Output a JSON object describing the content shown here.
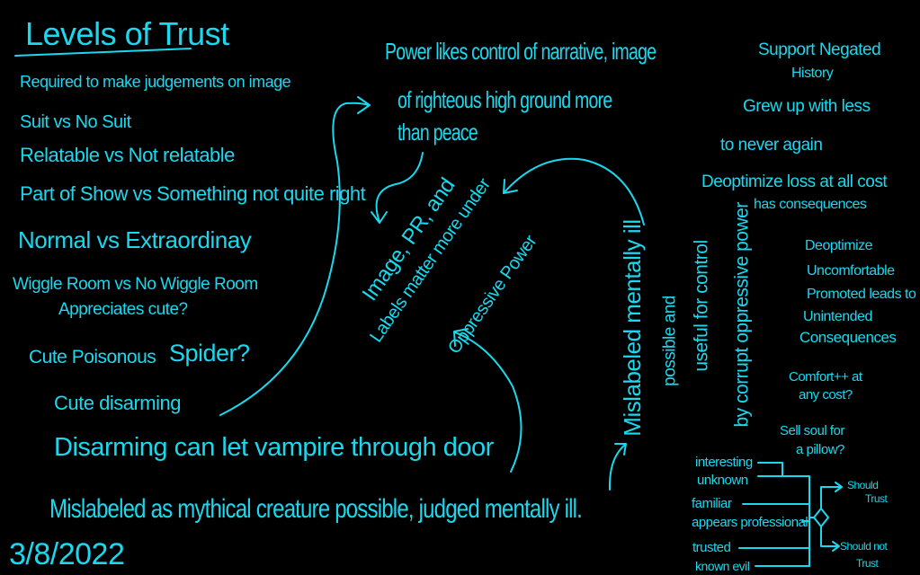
{
  "title": "Levels of Trust",
  "left_list": {
    "intro": "Required to make judgements on image",
    "items": [
      "Suit vs No Suit",
      "Relatable vs Not relatable",
      "Part of Show vs Something not quite right",
      "Normal vs Extraordinay",
      "Wiggle Room vs No Wiggle Room"
    ],
    "appreciates": "Appreciates cute?",
    "spider_a": "Cute Poisonous",
    "spider_b": "Spider?",
    "cute_disarming": "Cute disarming",
    "vampire": "Disarming can let vampire through door",
    "mythical": "Mislabeled as mythical creature possible, judged mentally ill."
  },
  "date": "3/8/2022",
  "power": {
    "line1": "Power likes control of narrative, image",
    "line2": "of righteous high ground more",
    "line3": "than peace"
  },
  "diagonal": {
    "line1": "Image, PR, and",
    "line2": "Labels matter more under",
    "line3": "Oppressive Power"
  },
  "vertical": {
    "line1": "Mislabeled mentally ill",
    "line2": "possible and",
    "line3": "useful for control",
    "line4": "by corrupt oppressive power"
  },
  "right_top": {
    "support": "Support Negated",
    "history": "History",
    "grew": "Grew up with less",
    "never": "to never again",
    "deopt_loss": "Deoptimize loss at all cost",
    "has_conseq": "has consequences"
  },
  "right_mid": {
    "deoptimize": "Deoptimize",
    "uncomfortable": "Uncomfortable",
    "promoted": "Promoted leads to",
    "unintended": "Unintended",
    "consequences": "Consequences",
    "comfort": "Comfort++ at",
    "any_cost": "any cost?",
    "sell_soul": "Sell soul for",
    "pillow": "a pillow?"
  },
  "flow": {
    "inputs": [
      "interesting",
      "unknown",
      "familiar",
      "appears professional",
      "trusted",
      "known evil"
    ],
    "yes_1": "Should",
    "yes_2": "Trust",
    "no_1": "Should not",
    "no_2": "Trust"
  },
  "colors": {
    "ink": "#1ad8ee",
    "background": "#000000"
  }
}
